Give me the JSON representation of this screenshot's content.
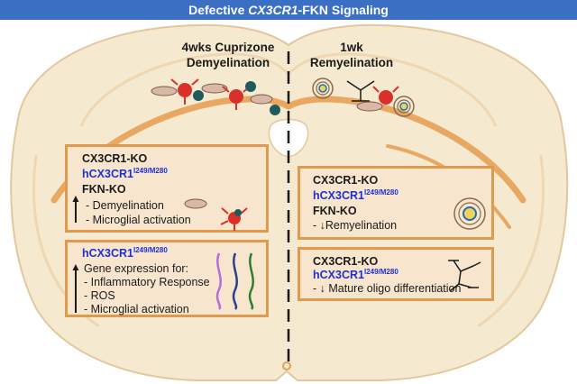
{
  "title": {
    "prefix": "Defective ",
    "gene": "CX3CR1",
    "suffix": "-FKN Signaling"
  },
  "regions": {
    "left": {
      "line1": "4wks Cuprizone",
      "line2": "Demyelination"
    },
    "right": {
      "line1": "1wk",
      "line2": "Remyelination"
    }
  },
  "boxes": {
    "top_left": {
      "line1": "CX3CR1-KO",
      "blue_base": "hCX3CR1",
      "blue_sup": "I249/M280",
      "line3": "FKN-KO",
      "item1": "- Demyelination",
      "item2": "- Microglial activation",
      "direction": "up"
    },
    "bottom_left": {
      "blue_base": "hCX3CR1",
      "blue_sup": "I249/M280",
      "line2": "Gene expression for:",
      "item1": "- Inflammatory Response",
      "item2": "- ROS",
      "item3": "- Microglial activation",
      "direction": "up"
    },
    "top_right": {
      "line1": "CX3CR1-KO",
      "blue_base": "hCX3CR1",
      "blue_sup": "I249/M280",
      "line3": "FKN-KO",
      "item1_prefix": "- ",
      "item1_arrow": "↓",
      "item1_text": "Remyelination",
      "direction": "down"
    },
    "bottom_right": {
      "line1": "CX3CR1-KO",
      "blue_base": "hCX3CR1",
      "blue_sup": "I249/M280",
      "item1_prefix": "- ",
      "item1_arrow": "↓",
      "item1_text": " Mature oligo differentiation",
      "direction": "down"
    }
  },
  "colors": {
    "title_bg": "#3b6fc4",
    "brain_fill": "#f5e9cf",
    "white_matter": "#e8a862",
    "box_fill": "#f7e6cd",
    "box_border": "#e09a4e",
    "highlight_blue": "#1f2fd6",
    "microglia": "#d9302a",
    "oligo_teal": "#1f5b5b",
    "strand_purple": "#b06ee0",
    "strand_navy": "#2b3f8c",
    "strand_green": "#2e7d32"
  }
}
